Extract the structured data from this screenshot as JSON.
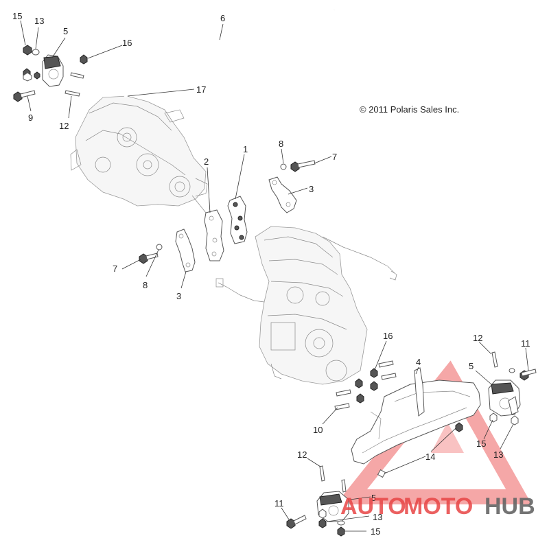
{
  "copyright": "© 2011 Polaris Sales Inc.",
  "watermark": {
    "text_part1": "AUTO",
    "text_part2": "MOTO",
    "text_part3": "HUB",
    "colors": {
      "red": "#e84545",
      "gray": "#666666",
      "triangle": "#f28a8a"
    }
  },
  "callouts": {
    "c1": "1",
    "c2": "2",
    "c3a": "3",
    "c3b": "3",
    "c4": "4",
    "c5a": "5",
    "c5b": "5",
    "c5c": "5",
    "c6": "6",
    "c7a": "7",
    "c7b": "7",
    "c8a": "8",
    "c8b": "8",
    "c9": "9",
    "c10": "10",
    "c11a": "11",
    "c11b": "11",
    "c12a": "12",
    "c12b": "12",
    "c12c": "12",
    "c13a": "13",
    "c13b": "13",
    "c13c": "13",
    "c14": "14",
    "c15a": "15",
    "c15b": "15",
    "c15c": "15",
    "c16a": "16",
    "c16b": "16",
    "c17": "17"
  }
}
